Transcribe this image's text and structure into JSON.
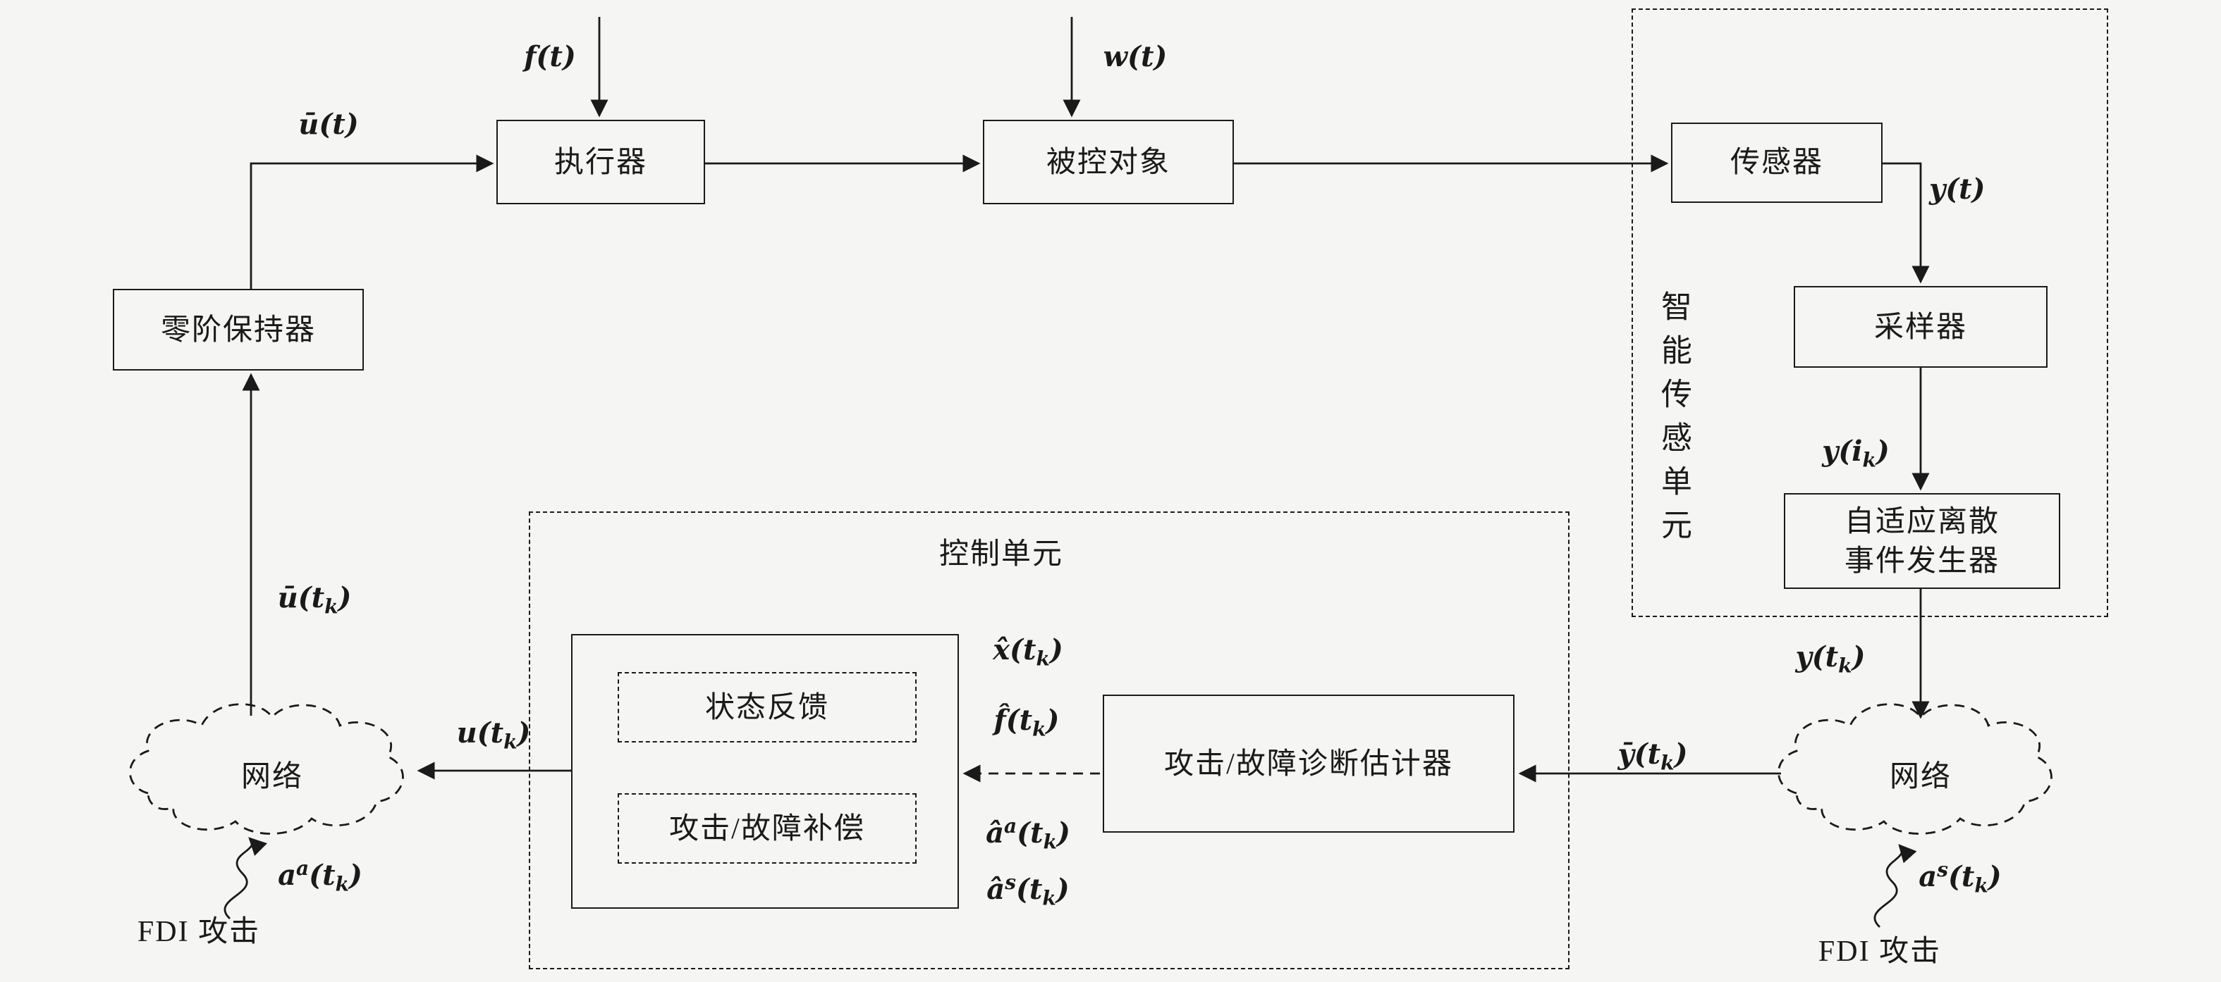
{
  "colors": {
    "background": "#f5f5f3",
    "line": "#1a1a1a"
  },
  "blocks": {
    "actuator": "执行器",
    "plant": "被控对象",
    "sensor": "传感器",
    "sampler": "采样器",
    "event_generator": "自适应离散事件发生器",
    "zoh": "零阶保持器",
    "estimator": "攻击/故障诊断估计器",
    "state_feedback": "状态反馈",
    "fault_compensation": "攻击/故障补偿",
    "control_unit": "控制单元",
    "smart_sensing_unit": "智能传感单元",
    "network_left": "网络",
    "network_right": "网络"
  },
  "signals": {
    "f_t": "f(t)",
    "w_t": "w(t)",
    "u_bar_t": "ū(t)",
    "y_t": "y(t)",
    "y_ik": "y(i_k)",
    "y_tk": "y(t_k)",
    "y_bar_tk": "ȳ(t_k)",
    "u_tk": "u(t_k)",
    "u_bar_tk": "ū(t_k)",
    "x_hat_tk": "x̂(t_k)",
    "f_hat_tk": "f̂(t_k)",
    "a_hat_a_tk": "â^a(t_k)",
    "a_hat_s_tk": "â^s(t_k)",
    "a_a_tk": "a^a(t_k)",
    "a_s_tk": "a^s(t_k)",
    "fdi_left": "FDI 攻击",
    "fdi_right": "FDI 攻击"
  }
}
